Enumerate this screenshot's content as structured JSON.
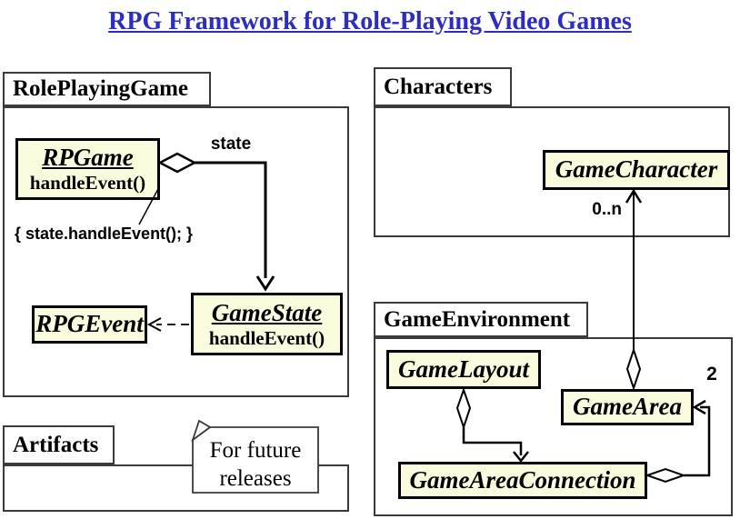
{
  "title": "RPG Framework for Role-Playing Video Games",
  "packages": {
    "rolePlayingGame": "RolePlayingGame",
    "characters": "Characters",
    "gameEnvironment": "GameEnvironment",
    "artifacts": "Artifacts"
  },
  "classes": {
    "rpgame": {
      "name": "RPGame",
      "method": "handleEvent()"
    },
    "gameState": {
      "name": "GameState",
      "method": "handleEvent()"
    },
    "rpgEvent": {
      "name": "RPGEvent"
    },
    "gameCharacter": {
      "name": "GameCharacter"
    },
    "gameLayout": {
      "name": "GameLayout"
    },
    "gameArea": {
      "name": "GameArea"
    },
    "gameAreaConnection": {
      "name": "GameAreaConnection"
    }
  },
  "annotations": {
    "stateRole": "state",
    "methodNote": "{ state.handleEvent(); }",
    "multiplicityCharacters": "0..n",
    "multiplicityAreas": "2"
  },
  "note": {
    "text": "For future releases"
  },
  "colors": {
    "classFill": "#FBFBDE",
    "titleBlue": "#2D2DBF"
  }
}
